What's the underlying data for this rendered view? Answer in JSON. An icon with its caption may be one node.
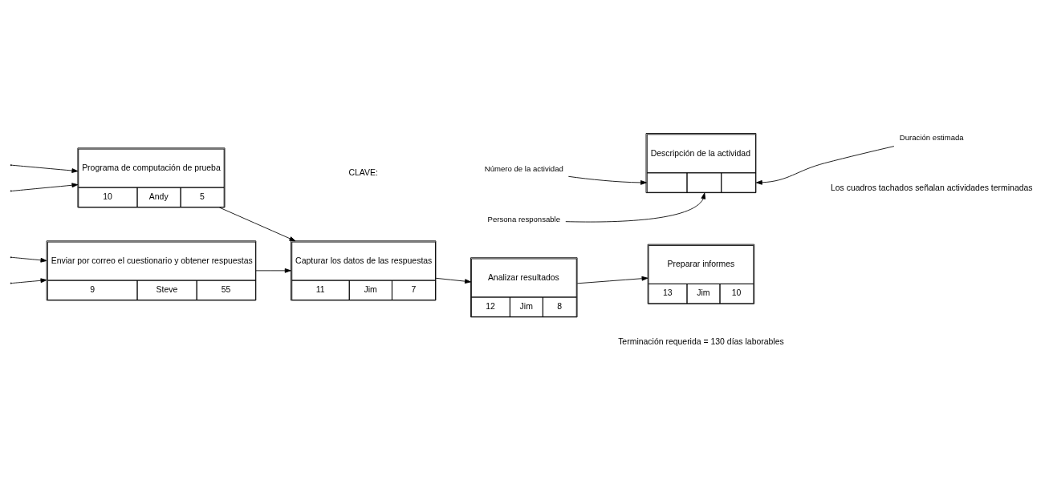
{
  "diagram": {
    "nodes": [
      {
        "text": [
          "Enviar por correo el cuestionario y obtener respuestas",
          "9",
          "Steve",
          "55"
        ]
      },
      {
        "text": [
          "Capturar los datos de las respuestas",
          "11",
          "Jim",
          "7"
        ]
      },
      {
        "text": [
          "Analizar resultados",
          "12",
          "Jim",
          "8"
        ]
      },
      {
        "text": [
          "Preparar informes",
          "13",
          "Jim",
          "10"
        ]
      },
      {
        "text": [
          "Programa de computación de prueba",
          "10",
          "Andy",
          "5"
        ]
      },
      {
        "text": [
          "Descripción de la actividad"
        ]
      },
      {
        "text": [
          "Número de la actividad"
        ]
      },
      {
        "text": [
          "Persona responsable"
        ]
      },
      {
        "text": [
          "Duración estimada"
        ]
      }
    ],
    "edges": [
      {
        "from": null,
        "to": 0,
        "arrow": "to"
      },
      {
        "from": null,
        "to": 0,
        "arrow": "to"
      },
      {
        "from": null,
        "to": 4,
        "arrow": "to"
      },
      {
        "from": null,
        "to": 4,
        "arrow": "to"
      },
      {
        "from": 0,
        "to": 1,
        "arrow": "to"
      },
      {
        "from": 4,
        "to": 1,
        "arrow": "to"
      },
      {
        "from": 1,
        "to": 2,
        "arrow": "to"
      },
      {
        "from": 2,
        "to": 3,
        "arrow": "to"
      },
      {
        "from": 6,
        "to": 5,
        "arrow": "to"
      },
      {
        "from": 7,
        "to": 5,
        "arrow": "to"
      },
      {
        "from": 8,
        "to": 5,
        "arrow": "to"
      }
    ],
    "labels": [
      "Terminación requerida = 130 días laborables",
      "CLAVE:",
      "Los cuadros tachados señalan actividades terminadas"
    ]
  }
}
